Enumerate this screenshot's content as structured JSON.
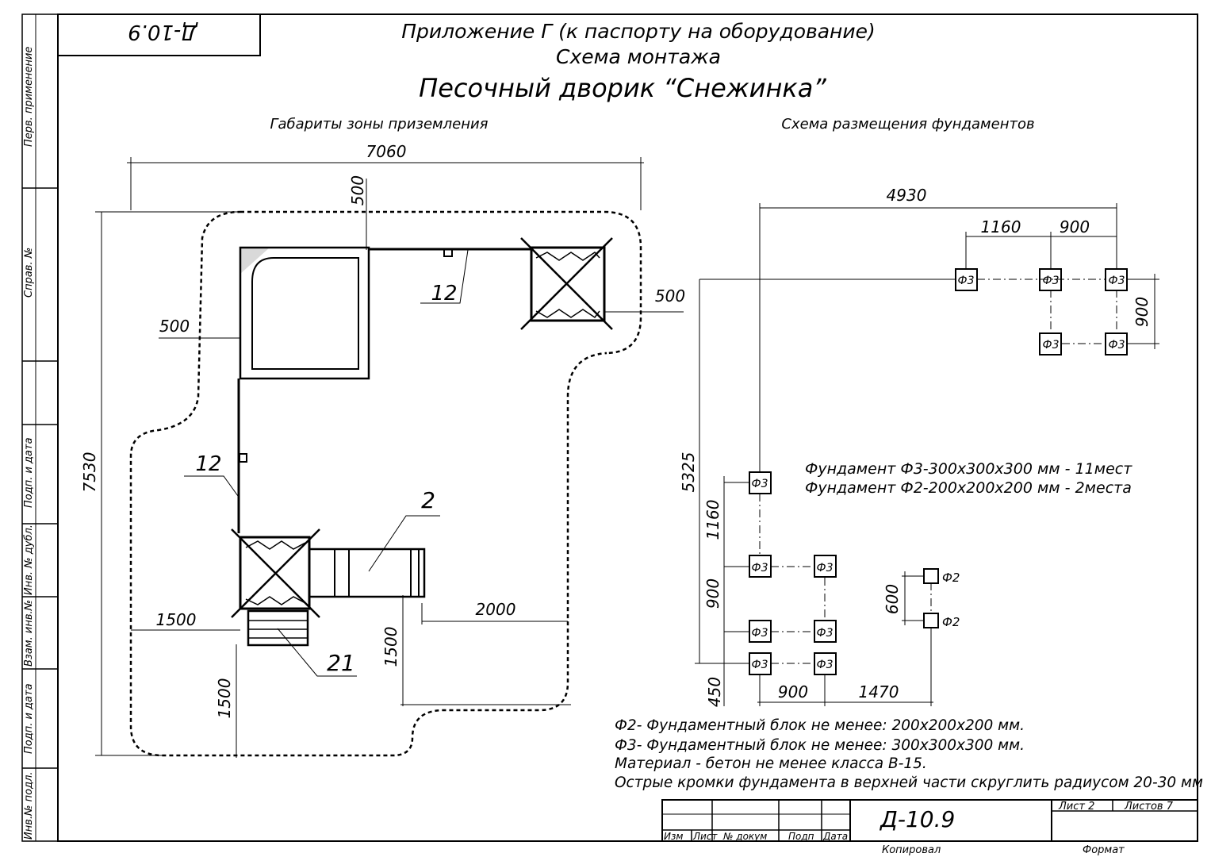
{
  "stamp_code": "Д-10.9",
  "header": {
    "line1": "Приложение Г (к паспорту на оборудование)",
    "line2": "Схема монтажа",
    "line3": "Песочный дворик “Снежинка”"
  },
  "left_title": "Габариты зоны приземления",
  "right_title": "Схема размещения фундаментов",
  "side_labels": [
    "Перв. применение",
    "Справ. №",
    "Подп. и дата",
    "Инв. № дубл.",
    "Взам. инв.№",
    "Подп. и дата",
    "Инв.№ подл."
  ],
  "left_dims": {
    "d7060": "7060",
    "d7530": "7530",
    "d500_top": "500",
    "d500_right": "500",
    "d500_left": "500",
    "d1500_left": "1500",
    "d1500_bottom": "1500",
    "d1500_mid": "1500",
    "d2000": "2000"
  },
  "left_callouts": [
    "12",
    "12",
    "2",
    "21"
  ],
  "right_dims": {
    "d4930": "4930",
    "d1160_top": "1160",
    "d900_top": "900",
    "d900_right": "900",
    "d5325": "5325",
    "d1160_left": "1160",
    "d900_left": "900",
    "d450": "450",
    "d900_bottom": "900",
    "d1470": "1470",
    "d600": "600"
  },
  "foundation_labels": {
    "f3": "Ф3",
    "f2": "Ф2"
  },
  "foundation_counts": {
    "line1": "Фундамент Ф3-300х300х300 мм - 11мест",
    "line2": "Фундамент Ф2-200х200х200 мм - 2места"
  },
  "notes": [
    "Ф2- Фундаментный блок не менее: 200х200х200 мм.",
    "Ф3- Фундаментный блок не менее: 300х300х300 мм.",
    "Материал - бетон не менее класса В-15.",
    "Острые кромки фундамента в верхней части скруглить радиусом 20-30 мм"
  ],
  "title_block": {
    "code": "Д-10.9",
    "sheet": "Лист 2",
    "sheets": "Листов 7",
    "cols": [
      "Изм",
      "Лист",
      "№ докум",
      "Подп",
      "Дата"
    ],
    "copied": "Копировал",
    "format": "Формат"
  }
}
